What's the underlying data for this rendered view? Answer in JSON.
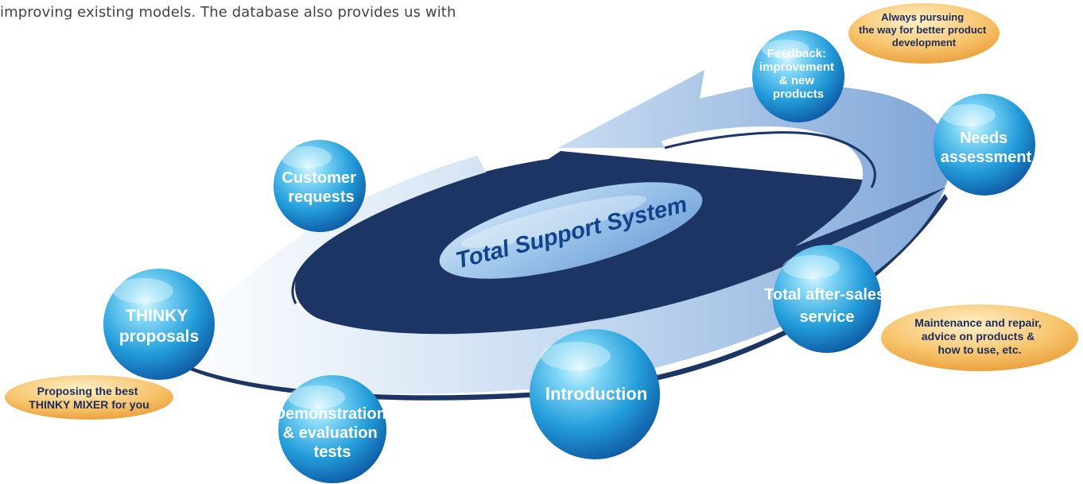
{
  "intro_text": "improving existing models. The database also provides us with",
  "diagram": {
    "center_label": "Total Support System",
    "spheres": {
      "customer_requests": [
        "Customer",
        "requests"
      ],
      "thinky_proposals": [
        "THINKY",
        "proposals"
      ],
      "demonstration": [
        "Demonstration",
        "& evaluation",
        "tests"
      ],
      "introduction": [
        "Introduction"
      ],
      "after_sales": [
        "Total after-sales",
        "service"
      ],
      "needs_assessment": [
        "Needs",
        "assessment"
      ],
      "feedback": [
        "Feedback:",
        "improvement",
        "& new",
        "products"
      ]
    },
    "notes": {
      "proposing": [
        "Proposing the best",
        "THINKY MIXER for you"
      ],
      "maintenance": [
        "Maintenance and repair,",
        "advice on products &",
        "how to use, etc."
      ],
      "pursuing": [
        "Always pursuing",
        "the way for better product",
        "development"
      ]
    }
  },
  "colors": {
    "arrow_light": "#eef4fb",
    "arrow_dark": "#8fb2dd",
    "arrow_shadow": "#1c3565",
    "sphere_light": "#a8e8fb",
    "sphere_mid": "#2aa6df",
    "sphere_dark": "#0a58a6",
    "oval_light": "#fde2a4",
    "oval_dark": "#eda243",
    "center_oval": "#8fbce8"
  }
}
